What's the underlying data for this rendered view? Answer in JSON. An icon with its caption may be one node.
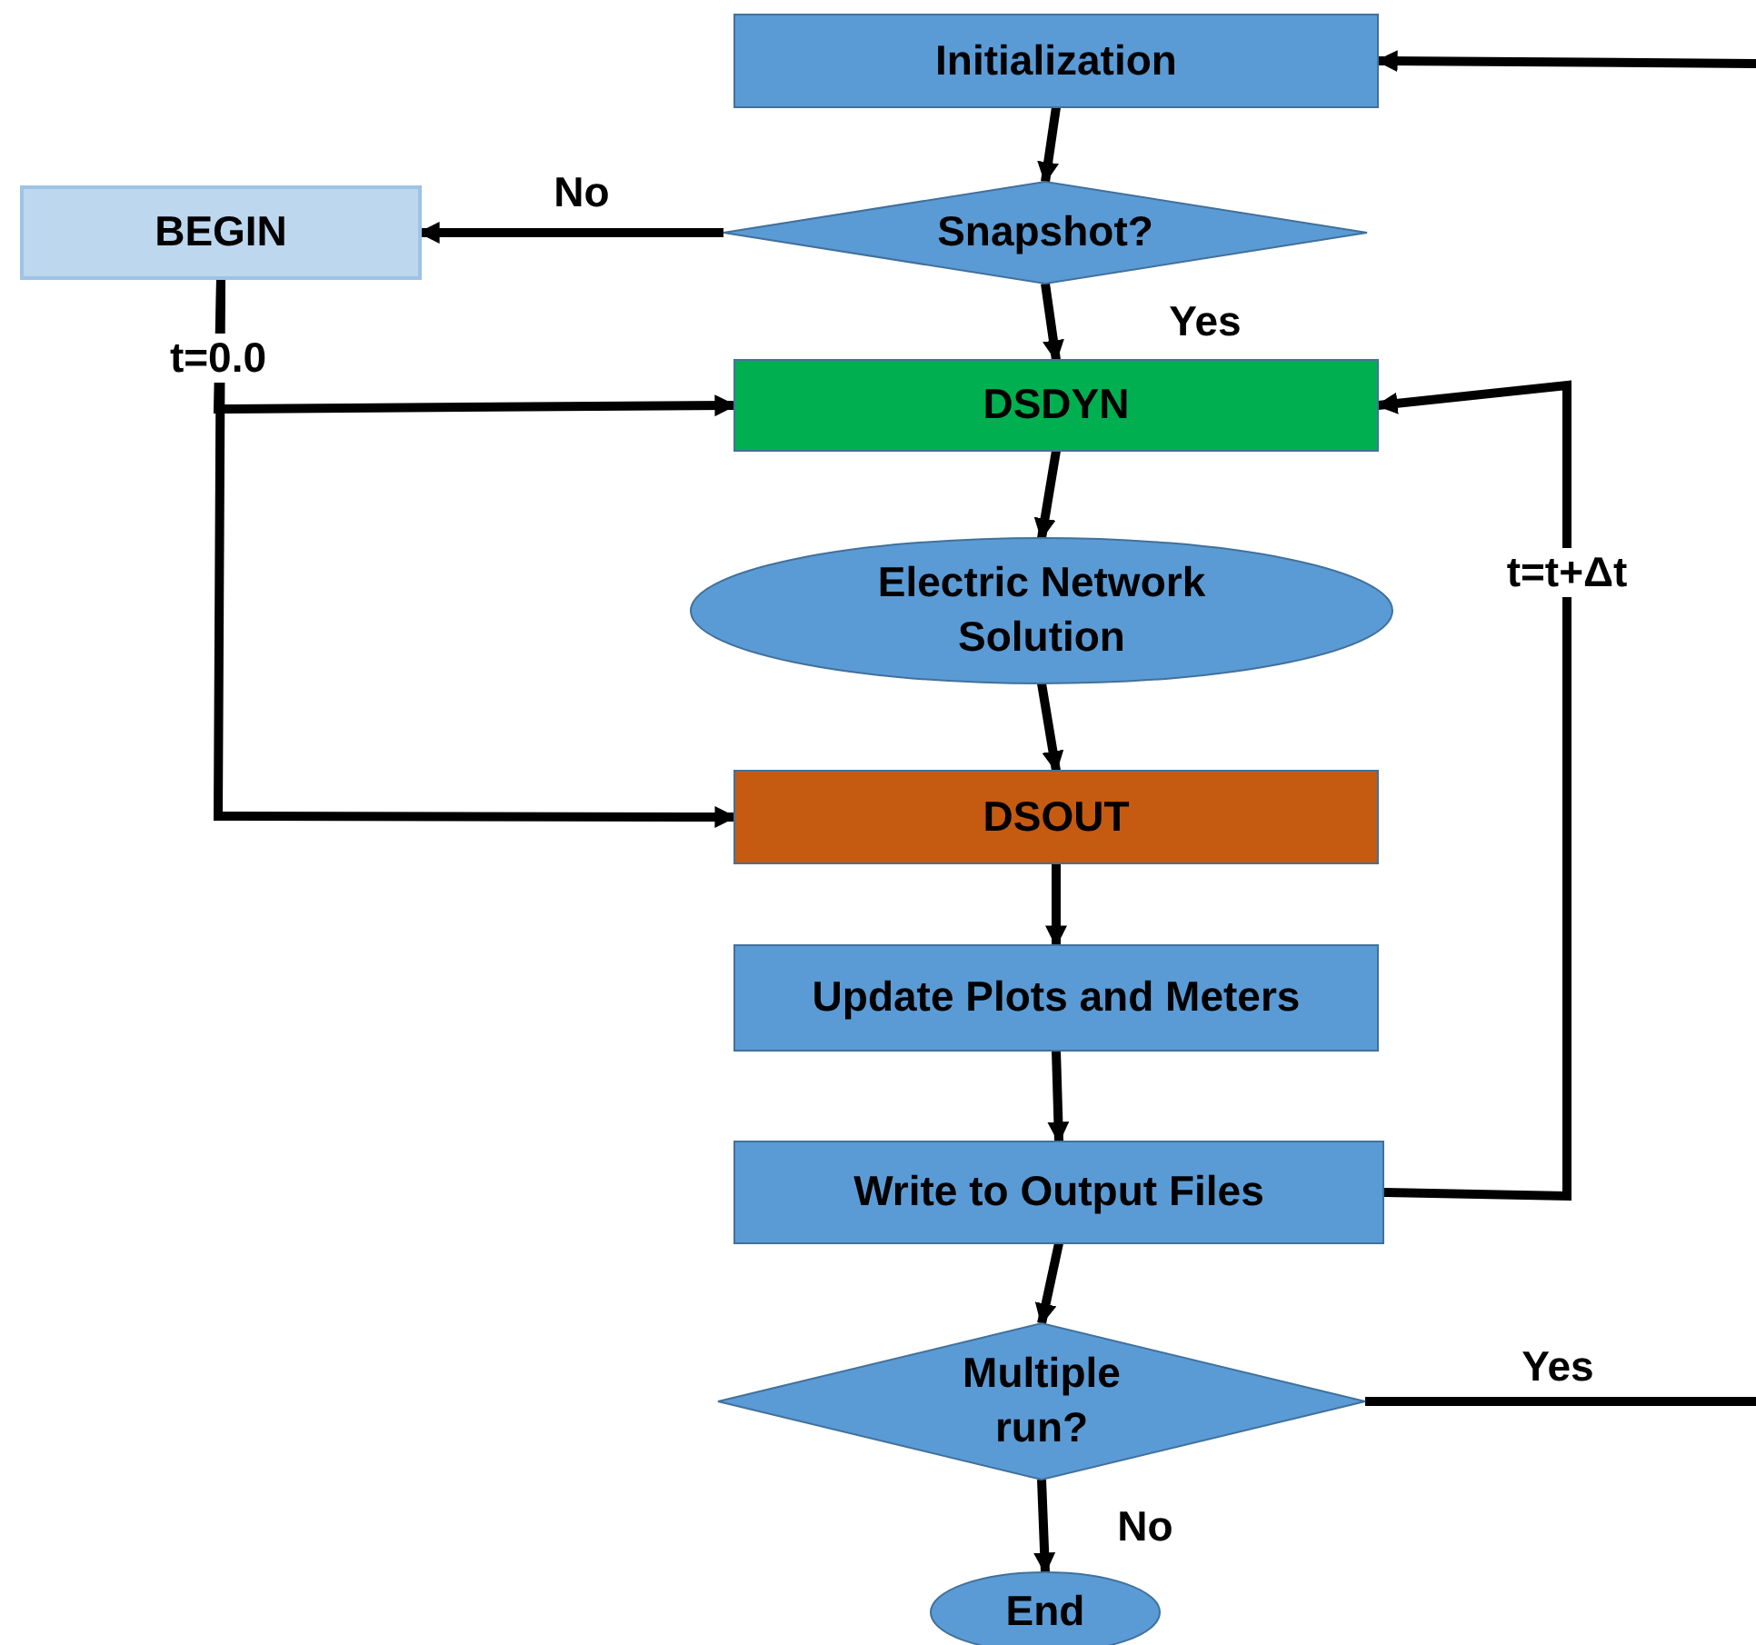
{
  "diagram": {
    "nodes": [
      {
        "text": [
          "Initialization"
        ]
      },
      {
        "text": [
          "Snapshot?"
        ]
      },
      {
        "text": [
          "BEGIN"
        ]
      },
      {
        "text": [
          "DSDYN"
        ]
      },
      {
        "text": [
          "Electric Network Solution"
        ]
      },
      {
        "text": [
          "DSOUT"
        ]
      },
      {
        "text": [
          "Update Plots and Meters"
        ]
      },
      {
        "text": [
          "Write to Output Files"
        ]
      },
      {
        "text": [
          "Multiple run?"
        ]
      },
      {
        "text": [
          "End"
        ]
      }
    ],
    "edges": [
      {
        "from": 0,
        "to": 1,
        "arrow": "to"
      },
      {
        "from": 1,
        "to": 2,
        "arrow": "to",
        "label": "No"
      },
      {
        "from": 1,
        "to": 3,
        "arrow": "to",
        "label": "Yes"
      },
      {
        "from": 2,
        "to": 3,
        "arrow": "to",
        "label": "t=0.0"
      },
      {
        "from": 2,
        "to": 5,
        "arrow": "to"
      },
      {
        "from": 3,
        "to": 4,
        "arrow": "to"
      },
      {
        "from": 4,
        "to": 5,
        "arrow": "to"
      },
      {
        "from": 5,
        "to": 6,
        "arrow": "to"
      },
      {
        "from": 6,
        "to": 7,
        "arrow": "to"
      },
      {
        "from": 7,
        "to": 8,
        "arrow": "to"
      },
      {
        "from": 7,
        "to": 3,
        "arrow": "to",
        "label": "t=t+Δt"
      },
      {
        "from": 8,
        "to": 9,
        "arrow": "to",
        "label": "No"
      },
      {
        "from": 8,
        "to": 0,
        "arrow": "to",
        "label": "Yes"
      }
    ]
  }
}
